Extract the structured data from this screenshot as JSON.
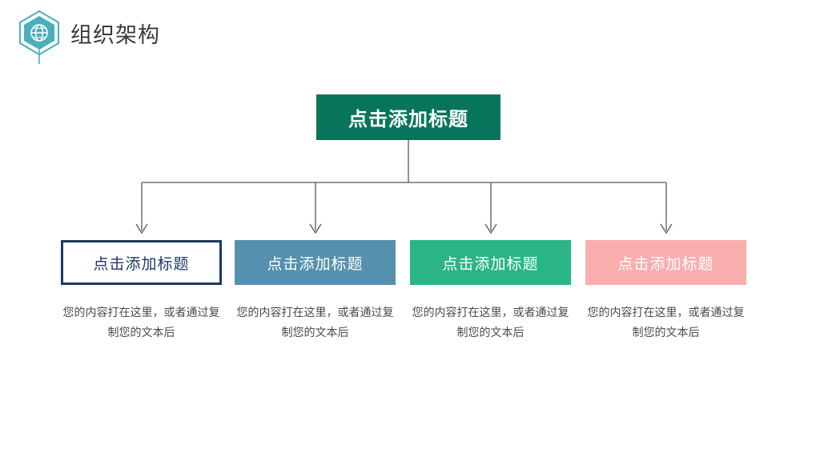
{
  "header": {
    "title": "组织架构",
    "icon": "globe-hexagon-icon",
    "icon_color": "#4BAEBB"
  },
  "chart_data": {
    "type": "diagram",
    "layout": "org-chart",
    "root": {
      "label": "点击添加标题",
      "fill": "#07755A",
      "text_color": "#FFFFFF"
    },
    "children": [
      {
        "label": "点击添加标题",
        "description": "您的内容打在这里，或者通过复制您的文本后",
        "fill": "#FFFFFF",
        "border": "#1F3864",
        "text_color": "#1F3864",
        "style": "outlined"
      },
      {
        "label": "点击添加标题",
        "description": "您的内容打在这里，或者通过复制您的文本后",
        "fill": "#5590AE",
        "border": "",
        "text_color": "#FFFFFF",
        "style": "filled"
      },
      {
        "label": "点击添加标题",
        "description": "您的内容打在这里，或者通过复制您的文本后",
        "fill": "#2BB587",
        "border": "",
        "text_color": "#FFFFFF",
        "style": "filled"
      },
      {
        "label": "点击添加标题",
        "description": "您的内容打在这里，或者通过复制您的文本后",
        "fill": "#F9AEAE",
        "border": "",
        "text_color": "#FFFFFF",
        "style": "filled"
      }
    ],
    "connector_color": "#595959",
    "background": "#FFFFFF"
  }
}
